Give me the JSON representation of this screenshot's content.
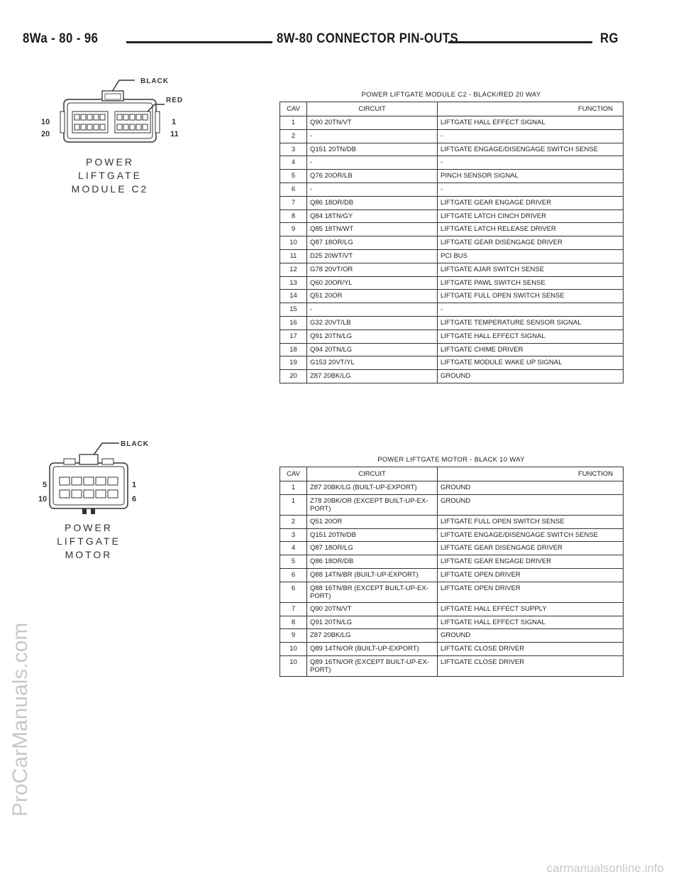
{
  "header": {
    "page_ref": "8Wa - 80 - 96",
    "section_title": "8W-80 CONNECTOR PIN-OUTS",
    "code": "RG"
  },
  "connector1": {
    "caption": [
      "POWER",
      "LIFTGATE",
      "MODULE C2"
    ],
    "color_labels": [
      "BLACK",
      "RED"
    ],
    "pin_labels": {
      "top_left": "10",
      "bottom_left": "20",
      "top_right": "1",
      "bottom_right": "11"
    },
    "table_title": "POWER LIFTGATE MODULE C2 - BLACK/RED 20 WAY",
    "columns": [
      "CAV",
      "CIRCUIT",
      "FUNCTION"
    ],
    "rows": [
      [
        "1",
        "Q90 20TN/VT",
        "LIFTGATE HALL EFFECT SIGNAL"
      ],
      [
        "2",
        "-",
        "-"
      ],
      [
        "3",
        "Q151 20TN/DB",
        "LIFTGATE ENGAGE/DISENGAGE SWITCH SENSE"
      ],
      [
        "4",
        "-",
        "-"
      ],
      [
        "5",
        "Q76 20OR/LB",
        "PINCH SENSOR SIGNAL"
      ],
      [
        "6",
        "-",
        "-"
      ],
      [
        "7",
        "Q86 18OR/DB",
        "LIFTGATE GEAR ENGAGE DRIVER"
      ],
      [
        "8",
        "Q84 18TN/GY",
        "LIFTGATE LATCH CINCH DRIVER"
      ],
      [
        "9",
        "Q85 18TN/WT",
        "LIFTGATE LATCH RELEASE DRIVER"
      ],
      [
        "10",
        "Q87 18OR/LG",
        "LIFTGATE GEAR DISENGAGE DRIVER"
      ],
      [
        "11",
        "D25 20WT/VT",
        "PCI BUS"
      ],
      [
        "12",
        "G78 20VT/OR",
        "LIFTGATE AJAR SWITCH SENSE"
      ],
      [
        "13",
        "Q60 20OR/YL",
        "LIFTGATE PAWL SWITCH SENSE"
      ],
      [
        "14",
        "Q51 20OR",
        "LIFTGATE FULL OPEN SWITCH SENSE"
      ],
      [
        "15",
        "-",
        "-"
      ],
      [
        "16",
        "G32 20VT/LB",
        "LIFTGATE TEMPERATURE SENSOR SIGNAL"
      ],
      [
        "17",
        "Q91 20TN/LG",
        "LIFTGATE HALL EFFECT SIGNAL"
      ],
      [
        "18",
        "Q94 20TN/LG",
        "LIFTGATE CHIME DRIVER"
      ],
      [
        "19",
        "G153 20VT/YL",
        "LIFTGATE MODULE WAKE UP SIGNAL"
      ],
      [
        "20",
        "Z87 20BK/LG",
        "GROUND"
      ]
    ]
  },
  "connector2": {
    "caption": [
      "POWER",
      "LIFTGATE",
      "MOTOR"
    ],
    "color_labels": [
      "BLACK"
    ],
    "pin_labels": {
      "top_left": "5",
      "bottom_left": "10",
      "top_right": "1",
      "bottom_right": "6"
    },
    "table_title": "POWER LIFTGATE MOTOR - BLACK 10 WAY",
    "columns": [
      "CAV",
      "CIRCUIT",
      "FUNCTION"
    ],
    "rows": [
      [
        "1",
        "Z87 20BK/LG (BUILT-UP-EXPORT)",
        "GROUND"
      ],
      [
        "1",
        "Z78 20BK/OR (EXCEPT BUILT-UP-EX-PORT)",
        "GROUND"
      ],
      [
        "2",
        "Q51 20OR",
        "LIFTGATE FULL OPEN SWITCH SENSE"
      ],
      [
        "3",
        "Q151 20TN/DB",
        "LIFTGATE ENGAGE/DISENGAGE SWITCH SENSE"
      ],
      [
        "4",
        "Q87 18OR/LG",
        "LIFTGATE GEAR DISENGAGE DRIVER"
      ],
      [
        "5",
        "Q86 18OR/DB",
        "LIFTGATE GEAR ENGAGE DRIVER"
      ],
      [
        "6",
        "Q88 14TN/BR (BUILT-UP-EXPORT)",
        "LIFTGATE OPEN DRIVER"
      ],
      [
        "6",
        "Q88 16TN/BR (EXCEPT BUILT-UP-EX-PORT)",
        "LIFTGATE OPEN DRIVER"
      ],
      [
        "7",
        "Q90 20TN/VT",
        "LIFTGATE HALL EFFECT SUPPLY"
      ],
      [
        "8",
        "Q91 20TN/LG",
        "LIFTGATE HALL EFFECT SIGNAL"
      ],
      [
        "9",
        "Z87 20BK/LG",
        "GROUND"
      ],
      [
        "10",
        "Q89 14TN/OR (BUILT-UP-EXPORT)",
        "LIFTGATE CLOSE DRIVER"
      ],
      [
        "10",
        "Q89 16TN/OR (EXCEPT BUILT-UP-EX-PORT)",
        "LIFTGATE CLOSE DRIVER"
      ]
    ]
  },
  "watermark": "ProCarManuals.com",
  "footer": "carmanualsonline.info"
}
